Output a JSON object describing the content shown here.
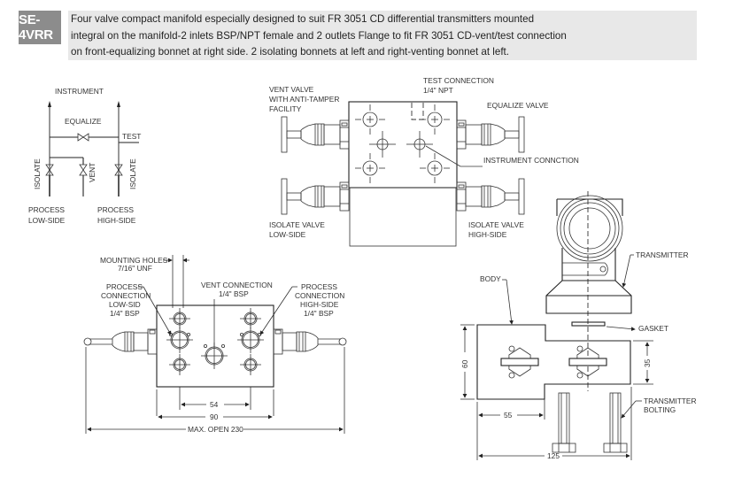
{
  "header": {
    "model_code": "SE-4VRR",
    "description_lines": [
      "Four valve compact manifold especially designed to suit FR 3051 CD differential transmitters mounted",
      "integral on the manifold-2 inlets BSP/NPT female and 2 outlets Flange to fit FR 3051 CD-vent/test connection",
      "on front-equalizing bonnet at right side. 2 isolating bonnets at left and right-venting bonnet at left."
    ],
    "badge_color": "#8c8c8c",
    "desc_bg_color": "#e8e8e8"
  },
  "schematic": {
    "instrument": "INSTRUMENT",
    "equalize": "EQUALIZE",
    "test": "TEST",
    "isolate_left": "ISOLATE",
    "vent": "VENT",
    "isolate_right": "ISOLATE",
    "process_low": [
      "PROCESS",
      "LOW-SIDE"
    ],
    "process_high": [
      "PROCESS",
      "HIGH-SIDE"
    ]
  },
  "front_view": {
    "vent_valve": [
      "VENT VALVE",
      "WITH ANTI-TAMPER",
      "FACILITY"
    ],
    "test_connection": [
      "TEST CONNECTION",
      "1/4\" NPT"
    ],
    "equalize_valve": "EQUALIZE VALVE",
    "instrument_connection": "INSTRUMENT CONNCTION",
    "isolate_low": [
      "ISOLATE VALVE",
      "LOW-SIDE"
    ],
    "isolate_high": [
      "ISOLATE VALVE",
      "HIGH-SIDE"
    ]
  },
  "bottom_view": {
    "mounting_holes": [
      "MOUNTING HOLES",
      "7/16\" UNF"
    ],
    "process_low": [
      "PROCESS",
      "CONNECTION",
      "LOW-SID",
      "1/4\" BSP"
    ],
    "vent_connection": [
      "VENT CONNECTION",
      "1/4\" BSP"
    ],
    "process_high": [
      "PROCESS",
      "CONNECTION",
      "HIGH-SIDE",
      "1/4\" BSP"
    ],
    "dim_54": "54",
    "dim_90": "90",
    "dim_max_open": "MAX. OPEN 230"
  },
  "side_view": {
    "body": "BODY",
    "transmitter": "TRANSMITTER",
    "gasket": "GASKET",
    "transmitter_bolting": [
      "TRANSMITTER",
      "BOLTING"
    ],
    "dim_60": "60",
    "dim_35": "35",
    "dim_55": "55",
    "dim_125": "125"
  }
}
